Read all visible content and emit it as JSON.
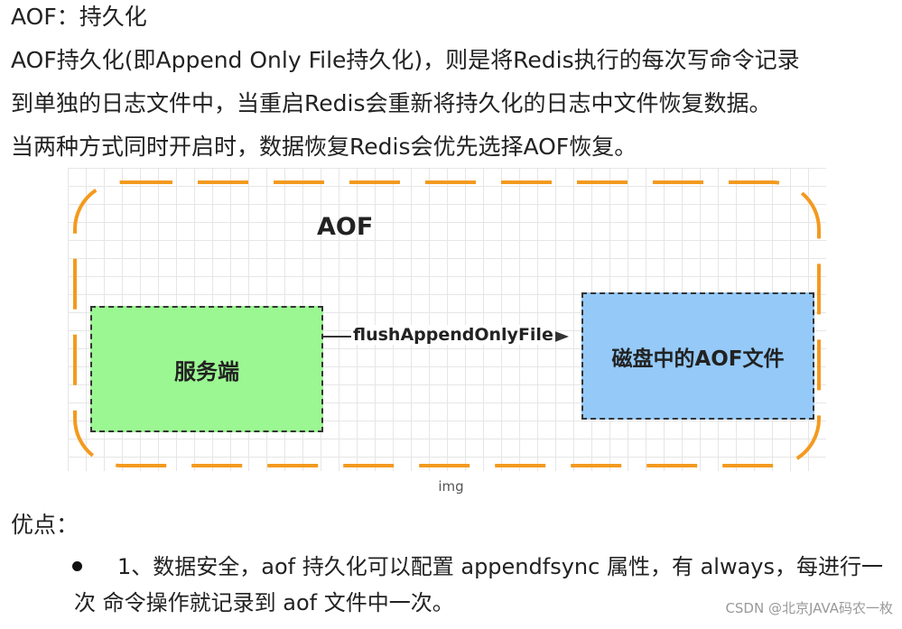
{
  "heading": "AOF：持久化",
  "paragraph": {
    "line1": "AOF持久化(即Append Only File持久化)，则是将Redis执行的每次写命令记录",
    "line2": "到单独的日志文件中，当重启Redis会重新将持久化的日志中文件恢复数据。",
    "line3": "当两种方式同时开启时，数据恢复Redis会优先选择AOF恢复。"
  },
  "diagram": {
    "title": "AOF",
    "server_box": "服务端",
    "disk_box": "磁盘中的AOF文件",
    "arrow_label": "flushAppendOnlyFile",
    "caption": "img",
    "colors": {
      "border": "#f39a1f",
      "server_fill": "#9bf792",
      "disk_fill": "#94c9f8"
    }
  },
  "pros_heading": "优点：",
  "bullets": [
    {
      "line1": "1、数据安全，aof 持久化可以配置 appendfsync 属性，有 always，每进行一",
      "line2": "次 命令操作就记录到 aof 文件中一次。"
    }
  ],
  "watermark": "CSDN @北京JAVA码农一枚"
}
